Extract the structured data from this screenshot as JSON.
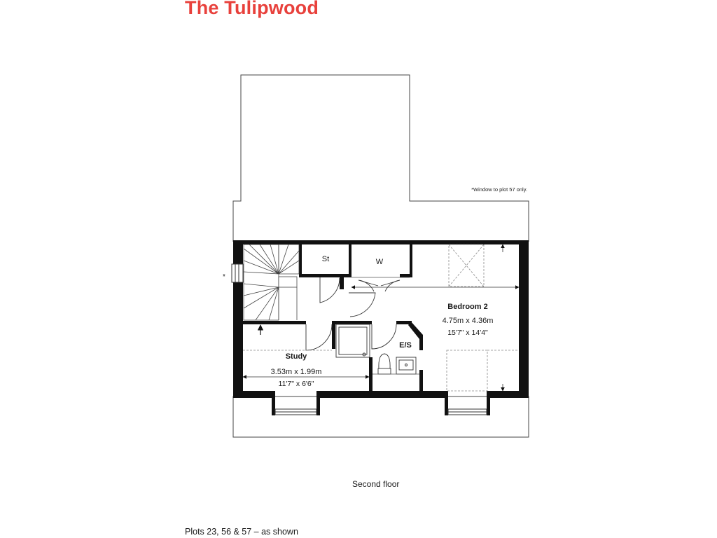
{
  "title": "The Tulipwood",
  "footnote": "*Window to plot 57 only.",
  "window_marker": "*",
  "floor_label": "Second floor",
  "plots_label": "Plots 23, 56 & 57 – as shown",
  "rooms": {
    "store": {
      "label": "St"
    },
    "wardrobe": {
      "label": "W"
    },
    "bedroom2": {
      "name": "Bedroom 2",
      "metric": "4.75m x 4.36m",
      "imperial": "15'7\" x 14'4\""
    },
    "study": {
      "name": "Study",
      "metric": "3.53m x 1.99m",
      "imperial": "11'7\" x 6'6\""
    },
    "ensuite": {
      "label": "E/S"
    }
  },
  "colors": {
    "title": "#e8413c",
    "wall": "#111111",
    "line": "#555555"
  }
}
